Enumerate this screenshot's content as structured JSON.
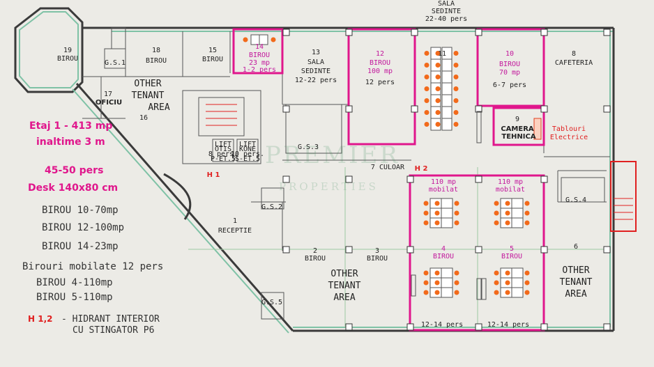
{
  "plan": {
    "rooms": [
      {
        "name": "room-19",
        "num": "19",
        "label": "BIROU"
      },
      {
        "name": "room-18",
        "num": "18",
        "label": "BIROU"
      },
      {
        "name": "room-15",
        "num": "15",
        "label": "BIROU"
      },
      {
        "name": "room-14",
        "num": "14",
        "label": "BIROU",
        "area": "23 mp",
        "pers": "1-2 pers"
      },
      {
        "name": "room-13",
        "num": "13",
        "label": "SALA",
        "label2": "SEDINTE",
        "pers": "12-22 pers"
      },
      {
        "name": "room-12",
        "num": "12",
        "label": "BIROU",
        "area": "100 mp",
        "pers": "12 pers"
      },
      {
        "name": "room-11",
        "num": "11"
      },
      {
        "name": "room-10",
        "num": "10",
        "label": "BIROU",
        "area": "70 mp",
        "pers": "6-7 pers"
      },
      {
        "name": "room-8",
        "num": "8",
        "label": "CAFETERIA"
      },
      {
        "name": "room-17",
        "num": "17",
        "label": "OFICIU"
      },
      {
        "name": "room-16",
        "num": "16"
      },
      {
        "name": "room-9",
        "num": "9",
        "label": "CAMERA",
        "label2": "TEHNICA"
      },
      {
        "name": "room-7",
        "label": "7 CULOAR"
      },
      {
        "name": "room-1",
        "num": "1",
        "label": "RECEPTIE"
      },
      {
        "name": "room-2",
        "num": "2",
        "label": "BIROU"
      },
      {
        "name": "room-3",
        "num": "3",
        "label": "BIROU"
      },
      {
        "name": "room-4",
        "num": "4",
        "label": "BIROU",
        "pers": "12-14 pers",
        "note": "110 mp",
        "note2": "mobilat"
      },
      {
        "name": "room-5",
        "num": "5",
        "label": "BIROU",
        "pers": "12-14 pers",
        "note": "110 mp",
        "note2": "mobilat"
      },
      {
        "name": "room-6",
        "num": "6",
        "label": "OTHER",
        "label2": "TENANT",
        "label3": "AREA"
      }
    ],
    "top_room": {
      "label": "SALA",
      "label2": "SEDINTE",
      "pers": "22-40 pers"
    },
    "other_tenant_left": {
      "label": "OTHER",
      "label2": "TENANT",
      "label3": "AREA"
    },
    "other_tenant_mid": {
      "label": "OTHER",
      "label2": "TENANT",
      "label3": "AREA"
    },
    "tablouri": {
      "label": "Tablouri",
      "label2": "Electrice"
    },
    "gs": [
      "G.S.1",
      "G.S.2",
      "G.S.3",
      "G.S.4",
      "G.S.5"
    ],
    "hydrants": [
      "H 1",
      "H 2"
    ],
    "lifts": [
      {
        "label": "LIFT",
        "label2": "OTIS",
        "label3": "8 pers.",
        "label4": "P-ET.5"
      },
      {
        "label": "LIFT",
        "label2": "KONE",
        "label3": "10 pers.",
        "label4": "S-ET.5"
      }
    ],
    "watermark": {
      "line1": "PREMIER",
      "line2": "PROPERTIES"
    }
  },
  "legend": {
    "floor": "Etaj 1 - 413 mp",
    "height": "inaltime 3 m",
    "people": "45-50 pers",
    "desk": "Desk 140x80 cm",
    "items": [
      "BIROU 10-70mp",
      "BIROU 12-100mp",
      "BIROU 14-23mp"
    ],
    "furnished_title": "Birouri mobilate 12 pers",
    "furnished": [
      "BIROU 4-110mp",
      "BIROU 5-110mp"
    ],
    "hydrant_code": "H 1,2",
    "hydrant_text": "- HIDRANT INTERIOR",
    "hydrant_text2": "CU STINGATOR P6"
  },
  "colors": {
    "accent": "#e0168c",
    "chair": "#f26a1b",
    "window": "#7fc2a6"
  }
}
